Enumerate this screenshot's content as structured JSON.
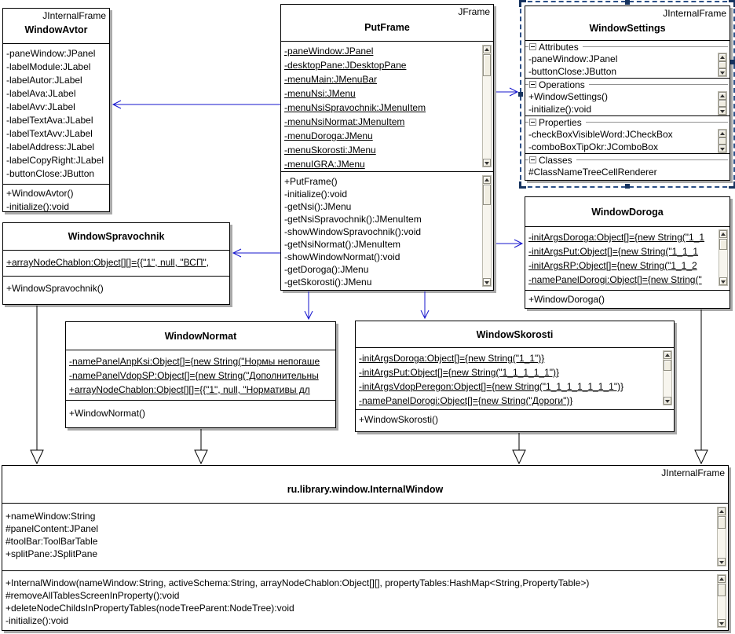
{
  "diagram": {
    "classes": {
      "window_avtor": {
        "stereotype": "JInternalFrame",
        "name": "WindowAvtor",
        "attributes": [
          "-paneWindow:JPanel",
          "-labelModule:JLabel",
          "-labelAutor:JLabel",
          "-labelAva:JLabel",
          "-labelAvv:JLabel",
          "-labelTextAva:JLabel",
          "-labelTextAvv:JLabel",
          "-labelAddress:JLabel",
          "-labelCopyRight:JLabel",
          "-buttonClose:JButton"
        ],
        "operations": [
          "+WindowAvtor()",
          "-initialize():void"
        ]
      },
      "put_frame": {
        "stereotype": "JFrame",
        "name": "PutFrame",
        "attributes": [
          "-paneWindow:JPanel",
          "-desktopPane:JDesktopPane",
          "-menuMain:JMenuBar",
          "-menuNsi:JMenu",
          "-menuNsiSpravochnik:JMenuItem",
          "-menuNsiNormat:JMenuItem",
          "-menuDoroga:JMenu",
          "-menuSkorosti:JMenu",
          "-menuIGRA:JMenu"
        ],
        "operations": [
          "+PutFrame()",
          "-initialize():void",
          "-getNsi():JMenu",
          "-getNsiSpravochnik():JMenuItem",
          "-showWindowSpravochnik():void",
          "-getNsiNormat():JMenuItem",
          "-showWindowNormat():void",
          "-getDoroga():JMenu",
          "-getSkorosti():JMenu"
        ]
      },
      "window_settings": {
        "stereotype": "JInternalFrame",
        "name": "WindowSettings",
        "sections": [
          {
            "label": "Attributes",
            "items": [
              "-paneWindow:JPanel",
              "-buttonClose:JButton"
            ]
          },
          {
            "label": "Operations",
            "items": [
              "+WindowSettings()",
              "-initialize():void"
            ]
          },
          {
            "label": "Properties",
            "items": [
              "-checkBoxVisibleWord:JCheckBox",
              "-comboBoxTipOkr:JComboBox"
            ]
          },
          {
            "label": "Classes",
            "items": [
              "#ClassNameTreeCellRenderer"
            ]
          }
        ]
      },
      "window_doroga": {
        "name": "WindowDoroga",
        "attributes": [
          "-initArgsDoroga:Object[]={new String(\"1_1",
          "-initArgsPut:Object[]={new String(\"1_1_1",
          "-initArgsRP:Object[]={new String(\"1_1_2",
          "-namePanelDorogi:Object[]={new String(\""
        ],
        "operations": [
          "+WindowDoroga()"
        ]
      },
      "window_spravochnik": {
        "name": "WindowSpravochnik",
        "attributes": [
          "+arrayNodeChablon:Object[][]={{\"1\", null, \"ВСП\","
        ],
        "operations": [
          "+WindowSpravochnik()"
        ]
      },
      "window_normat": {
        "name": "WindowNormat",
        "attributes": [
          "-namePanelAnpKsi:Object[]={new String(\"Нормы непогаше",
          "-namePanelVdopSP:Object[]={new String(\"Дополнительны",
          "+arrayNodeChablon:Object[][]={{\"1\", null, \"Нормативы дл"
        ],
        "operations": [
          "+WindowNormat()"
        ]
      },
      "window_skorosti": {
        "name": "WindowSkorosti",
        "attributes": [
          "-initArgsDoroga:Object[]={new String(\"1_1\")}",
          "-initArgsPut:Object[]={new String(\"1_1_1_1_1\")}",
          "-initArgsVdopPeregon:Object[]={new String(\"1_1_1_1_1_1_1\")}",
          "-namePanelDorogi:Object[]={new String(\"Дороги\")}"
        ],
        "operations": [
          "+WindowSkorosti()"
        ]
      },
      "internal_window": {
        "stereotype": "JInternalFrame",
        "name": "ru.library.window.InternalWindow",
        "attributes": [
          "+nameWindow:String",
          "#panelContent:JPanel",
          "#toolBar:ToolBarTable",
          "+splitPane:JSplitPane"
        ],
        "operations": [
          "+InternalWindow(nameWindow:String, activeSchema:String, arrayNodeChablon:Object[][], propertyTables:HashMap<String,PropertyTable>)",
          "#removeAllTablesScreenInProperty():void",
          "+deleteNodeChildsInPropertyTables(nodeTreeParent:NodeTree):void",
          "-initialize():void"
        ]
      }
    },
    "relations": [
      {
        "type": "association",
        "from": "PutFrame",
        "to": "WindowAvtor"
      },
      {
        "type": "association",
        "from": "PutFrame",
        "to": "WindowSpravochnik"
      },
      {
        "type": "association",
        "from": "PutFrame",
        "to": "WindowSettings"
      },
      {
        "type": "association",
        "from": "PutFrame",
        "to": "WindowDoroga"
      },
      {
        "type": "association",
        "from": "PutFrame",
        "to": "WindowNormat"
      },
      {
        "type": "association",
        "from": "PutFrame",
        "to": "WindowSkorosti"
      },
      {
        "type": "generalization",
        "from": "WindowSpravochnik",
        "to": "ru.library.window.InternalWindow"
      },
      {
        "type": "generalization",
        "from": "WindowNormat",
        "to": "ru.library.window.InternalWindow"
      },
      {
        "type": "generalization",
        "from": "WindowSkorosti",
        "to": "ru.library.window.InternalWindow"
      },
      {
        "type": "generalization",
        "from": "WindowDoroga",
        "to": "ru.library.window.InternalWindow"
      }
    ],
    "colors": {
      "association_arrow": "#1515cd",
      "selection": "#16335f",
      "shadow": "#a9a9a9"
    }
  }
}
